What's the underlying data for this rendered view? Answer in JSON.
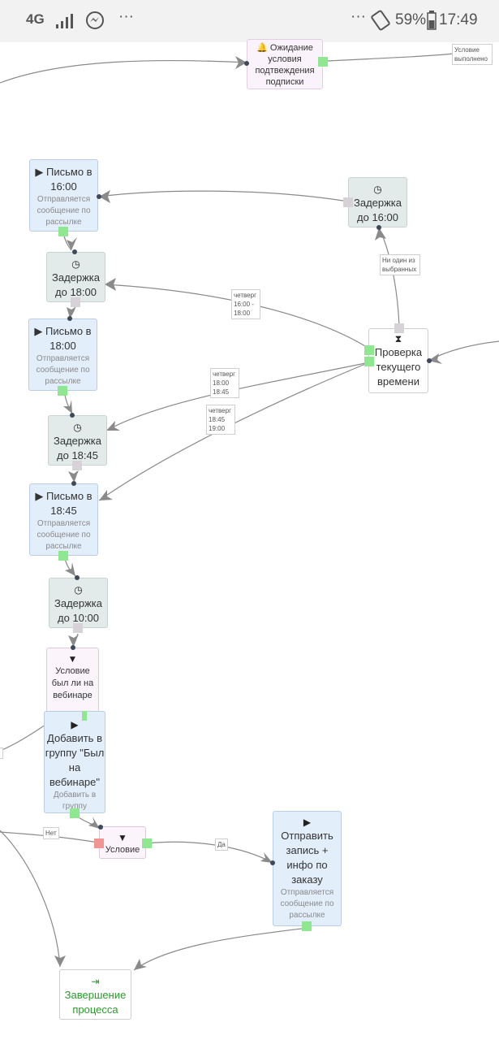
{
  "status_bar": {
    "network": "4G",
    "signal_icon": "signal-bars-icon",
    "messenger_icon": "messenger-icon",
    "more": "···",
    "more_right": "···",
    "rotate_icon": "rotate-icon",
    "battery": "59%",
    "time": "17:49"
  },
  "nodes": {
    "wait_confirm": {
      "icon": "bell-icon",
      "title": "Ожидание условия подтвеждения подписки"
    },
    "letter_1600": {
      "icon": "play-icon",
      "title": "Письмо в 16:00",
      "subtitle": "Отправляется сообщение по рассылке"
    },
    "delay_1600": {
      "icon": "clock-icon",
      "title": "Задержка до 16:00"
    },
    "delay_1800": {
      "icon": "clock-icon",
      "title": "Задержка до 18:00"
    },
    "letter_1800": {
      "icon": "play-icon",
      "title": "Письмо в 18:00",
      "subtitle": "Отправляется сообщение по рассылке"
    },
    "check_time": {
      "icon": "hourglass-icon",
      "title": "Проверка текущего времени"
    },
    "delay_1845": {
      "icon": "clock-icon",
      "title": "Задержка до 18:45"
    },
    "letter_1845": {
      "icon": "play-icon",
      "title": "Письмо в 18:45",
      "subtitle": "Отправляется сообщение по рассылке"
    },
    "delay_1000": {
      "icon": "clock-icon",
      "title": "Задержка до 10:00"
    },
    "cond_webinar": {
      "icon": "filter-icon",
      "title": "Условие был ли на вебинаре"
    },
    "add_group": {
      "icon": "play-icon",
      "title": "Добавить в группу \"Был на вебинаре\"",
      "subtitle": "Добавить в группу"
    },
    "condition": {
      "icon": "filter-icon",
      "title": "Условие"
    },
    "send_record": {
      "icon": "play-icon",
      "title": "Отправить запись + инфо по заказу",
      "subtitle": "Отправляется сообщение по рассылке"
    },
    "finish": {
      "icon": "exit-icon",
      "title": "Завершение процесса"
    }
  },
  "edge_labels": {
    "condition_met": "Условие выполнено",
    "none_selected": "Ни один из выбранных",
    "thu_1600_1800": "четверг 16:00 - 18:00",
    "thu_1800_1845": "четверг 18:00 18:45",
    "thu_1845_1900": "четверг 18:45 19:00",
    "yes_webinar": "Да",
    "no": "Нет",
    "yes": "Да"
  },
  "colors": {
    "message_node": "#e3eefb",
    "delay_node": "#e3eaea",
    "condition_node": "#fbf5fb",
    "port_success": "#8fe88f",
    "port_fail": "#f09494",
    "port_neutral": "#d6d2d8",
    "finish_text": "#2a9a2a"
  }
}
